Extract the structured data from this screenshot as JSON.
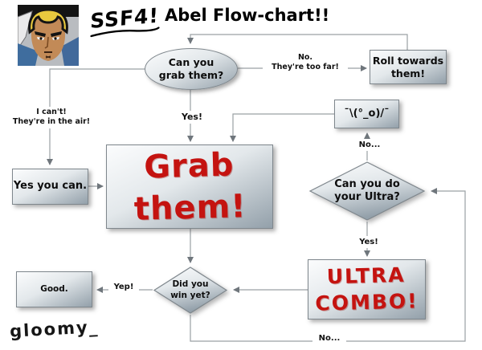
{
  "header": {
    "scrawl_title": "SSF4!",
    "title": "Abel Flow-chart!!",
    "avatar_icon": "abel-portrait"
  },
  "signature": "gloomy_",
  "colors": {
    "background": "#ffffff",
    "accent_red": "#c41310",
    "node_border": "#7f878d",
    "node_gradient_top": "#fbfcfd",
    "node_gradient_bottom": "#93a0aa",
    "line": "#9aa0a4",
    "arrowhead": "#6f767c"
  },
  "nodes": {
    "can_grab": "Can you\ngrab them?",
    "roll": "Roll towards\nthem!",
    "shrug": "¯\\(°_o)/¯",
    "grab": "Grab them!",
    "yes_you_can": "Yes you can.",
    "ultra_question": "Can you do\nyour Ultra?",
    "ultra_combo": "ULTRA\nCOMBO!",
    "win_question": "Did you\nwin yet?",
    "good": "Good."
  },
  "edge_labels": {
    "no_too_far": "No.\nThey're too far!",
    "cant_in_air": "I can't!\nThey're in the air!",
    "yes_grab": "Yes!",
    "no_ultra": "No...",
    "yes_ultra": "Yes!",
    "yep_win": "Yep!",
    "no_win": "No..."
  }
}
